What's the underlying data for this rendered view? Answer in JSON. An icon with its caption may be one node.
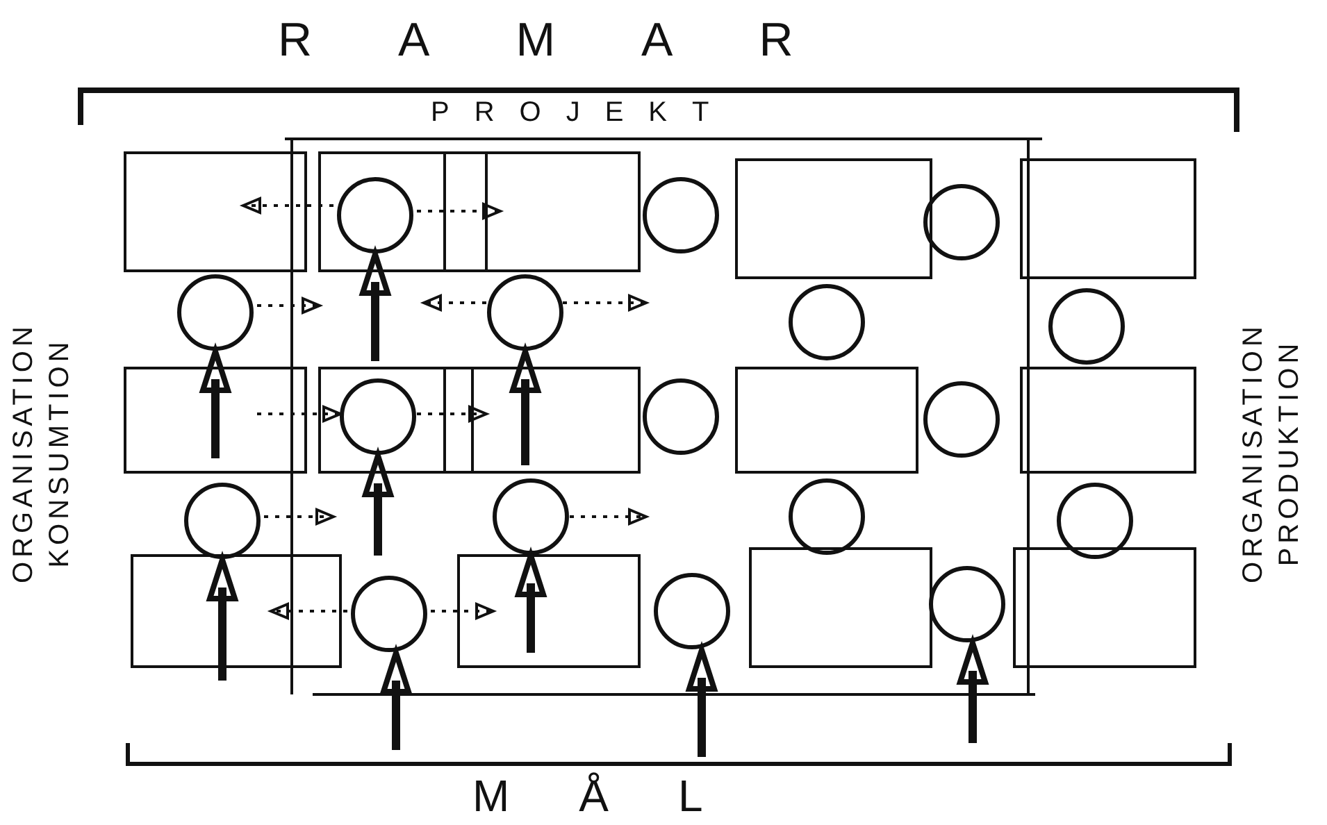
{
  "diagram": {
    "labels": [
      "RAMAR",
      "PROJEKT",
      "ORGANISATION KONSUMTION",
      "ORGANISATION PRODUKTION",
      "MÅL"
    ]
  }
}
